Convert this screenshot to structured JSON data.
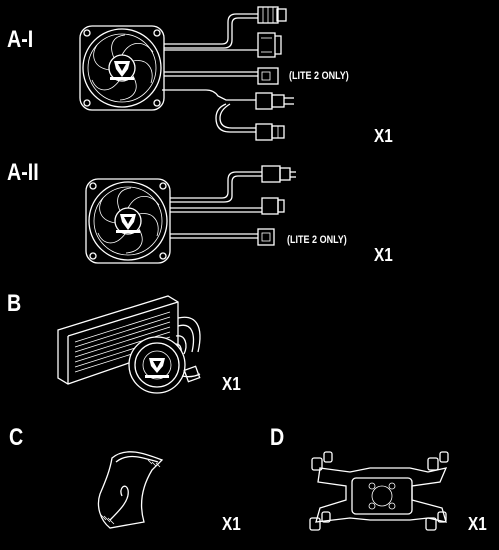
{
  "sections": {
    "a1": {
      "label": "A-I",
      "note": "(LITE 2 ONLY)",
      "qty": "X1"
    },
    "a2": {
      "label": "A-II",
      "note": "(LITE 2 ONLY)",
      "qty": "X1"
    },
    "b": {
      "label": "B",
      "qty": "X1"
    },
    "c": {
      "label": "C",
      "qty": "X1"
    },
    "d": {
      "label": "D",
      "qty": "X1"
    }
  },
  "colors": {
    "background": "#000000",
    "line": "#ffffff"
  },
  "icons": [
    "fan-icon",
    "cable-connector-icon",
    "radiator-pump-icon",
    "thermal-paste-icon",
    "mounting-bracket-icon"
  ]
}
